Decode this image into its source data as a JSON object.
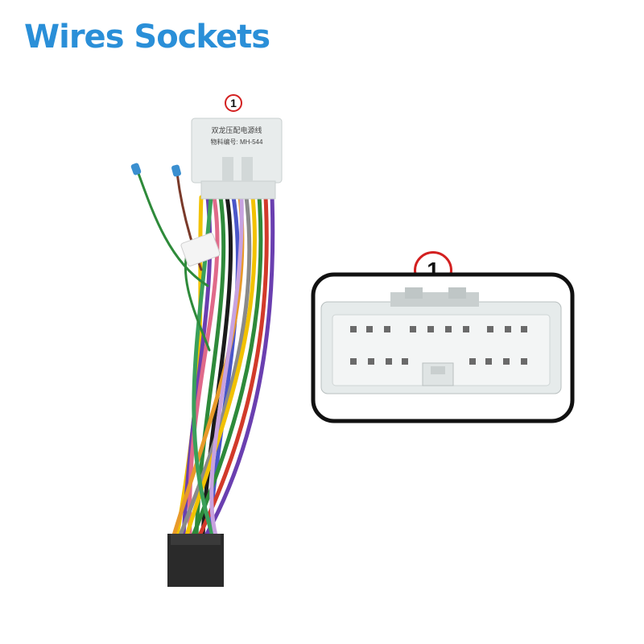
{
  "page": {
    "title": "Wires Sockets"
  },
  "callouts": {
    "small": "1",
    "large": "1"
  },
  "connector": {
    "label_line1": "双龙压配电源线",
    "label_line2": "物料编号: MH-544"
  },
  "colors": {
    "title": "#2a8fd8",
    "callout_ring": "#d32020",
    "connector_body": "#e8ecec",
    "plug_end": "#2a2a2a"
  },
  "icons": {
    "callout": "circled-number-icon",
    "harness": "wire-harness-photo-icon",
    "socket": "connector-socket-icon"
  }
}
